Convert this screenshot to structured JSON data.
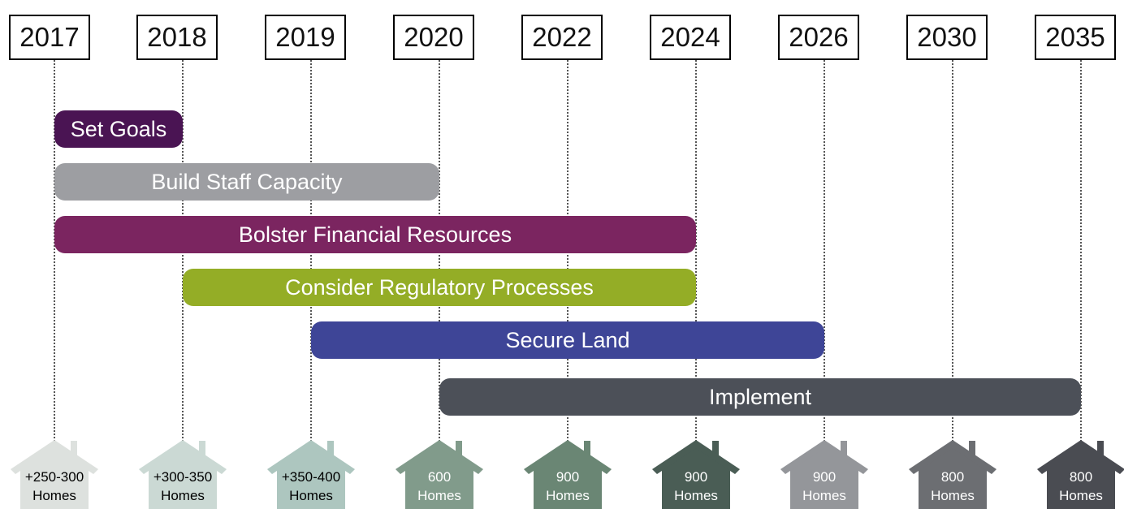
{
  "years": [
    {
      "label": "2017"
    },
    {
      "label": "2018"
    },
    {
      "label": "2019"
    },
    {
      "label": "2020"
    },
    {
      "label": "2022"
    },
    {
      "label": "2024"
    },
    {
      "label": "2026"
    },
    {
      "label": "2030"
    },
    {
      "label": "2035"
    }
  ],
  "phases": [
    {
      "label": "Set Goals",
      "start": "2017",
      "end": "2018",
      "color": "#4a1453"
    },
    {
      "label": "Build Staff Capacity",
      "start": "2017",
      "end": "2020",
      "color": "#9d9ea2"
    },
    {
      "label": "Bolster Financial Resources",
      "start": "2017",
      "end": "2024",
      "color": "#7b2560"
    },
    {
      "label": "Consider  Regulatory Processes",
      "start": "2018",
      "end": "2024",
      "color": "#94ad26"
    },
    {
      "label": "Secure Land",
      "start": "2019",
      "end": "2026",
      "color": "#3e4597"
    },
    {
      "label": "Implement",
      "start": "2020",
      "end": "2035",
      "color": "#4c5058"
    }
  ],
  "houses": [
    {
      "line1": "+250-300",
      "line2": "Homes",
      "color": "#dde1de",
      "text_color": "#000000"
    },
    {
      "line1": "+300-350",
      "line2": "Homes",
      "color": "#cbd9d4",
      "text_color": "#000000"
    },
    {
      "line1": "+350-400",
      "line2": "Homes",
      "color": "#adc6bf",
      "text_color": "#000000"
    },
    {
      "line1": "600",
      "line2": "Homes",
      "color": "#819b8b",
      "text_color": "#ffffff"
    },
    {
      "line1": "900",
      "line2": "Homes",
      "color": "#6a8674",
      "text_color": "#ffffff"
    },
    {
      "line1": "900",
      "line2": "Homes",
      "color": "#4a5d55",
      "text_color": "#ffffff"
    },
    {
      "line1": "900",
      "line2": "Homes",
      "color": "#94969a",
      "text_color": "#ffffff"
    },
    {
      "line1": "800",
      "line2": "Homes",
      "color": "#6c6e72",
      "text_color": "#ffffff"
    },
    {
      "line1": "800",
      "line2": "Homes",
      "color": "#4a4c52",
      "text_color": "#ffffff"
    }
  ]
}
